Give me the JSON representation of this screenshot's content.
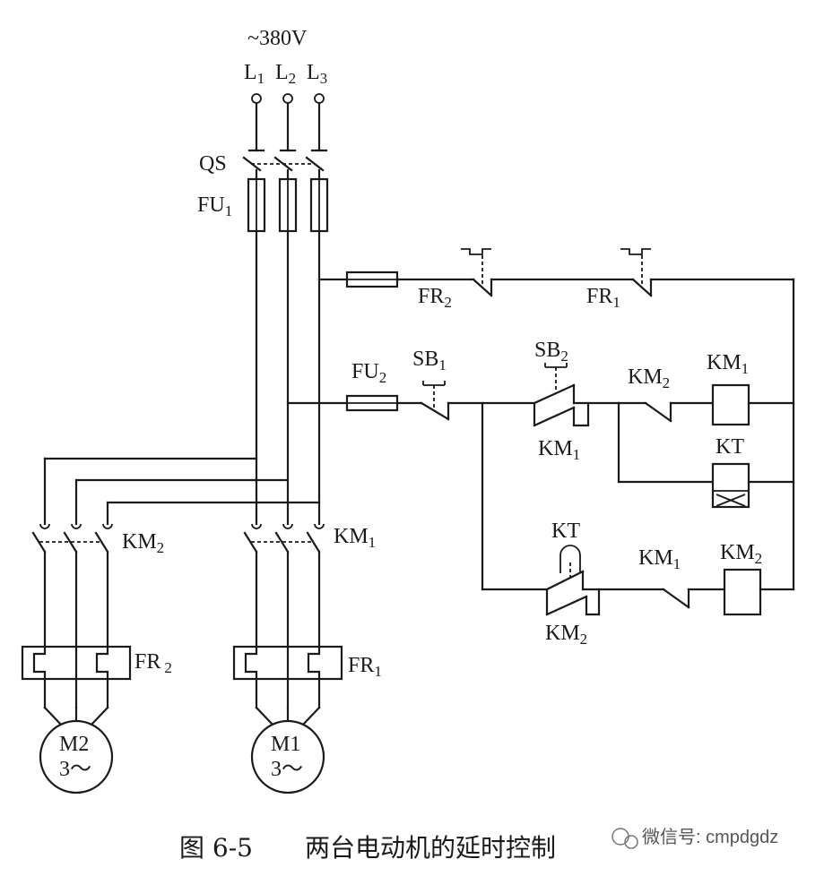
{
  "supply": {
    "voltage": "~380V",
    "phases": [
      "L",
      "L",
      "L"
    ],
    "phase_subs": [
      "1",
      "2",
      "3"
    ]
  },
  "labels": {
    "qs": "QS",
    "fu1": "FU",
    "fu1_sub": "1",
    "fu2": "FU",
    "fu2_sub": "2",
    "fr2_ctrl": "FR",
    "fr2_ctrl_sub": "2",
    "fr1_ctrl": "FR",
    "fr1_ctrl_sub": "1",
    "sb1": "SB",
    "sb1_sub": "1",
    "sb2": "SB",
    "sb2_sub": "2",
    "km1_hold": "KM",
    "km1_hold_sub": "1",
    "km2_nc": "KM",
    "km2_nc_sub": "2",
    "km1_coil": "KM",
    "km1_coil_sub": "1",
    "kt_coil": "KT",
    "kt_contact": "KT",
    "km1_nc": "KM",
    "km1_nc_sub": "1",
    "km2_coil": "KM",
    "km2_coil_sub": "2",
    "km2_hold": "KM",
    "km2_hold_sub": "2",
    "km2_main": "KM",
    "km2_main_sub": "2",
    "km1_main": "KM",
    "km1_main_sub": "1",
    "fr2_main": "FR",
    "fr2_main_sub": "2",
    "fr1_main": "FR",
    "fr1_main_sub": "1",
    "m2_name": "M2",
    "m2_spec": "3～",
    "m1_name": "M1",
    "m1_spec": "3～"
  },
  "caption": {
    "figure": "图 6-5",
    "title": "两台电动机的延时控制"
  },
  "watermark": "微信号: cmpdgdz"
}
